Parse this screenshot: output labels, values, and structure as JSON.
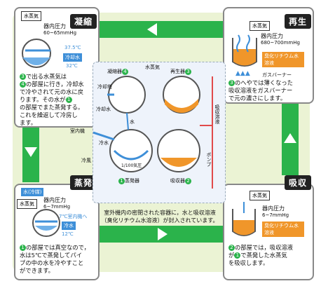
{
  "stages": {
    "condense": {
      "title": "凝縮",
      "vapor_label": "水蒸気",
      "pressure": "器内圧力",
      "pressure_range": "60~65mmHg",
      "cool_temp_in": "37.5℃",
      "cool_label": "冷却水",
      "cool_temp_out": "32℃",
      "desc": [
        "で出る水蒸気は",
        "の部屋に行き，冷却水",
        "で冷やされて元の水に戻",
        "ります。その水が",
        "の部屋でまた蒸発する。",
        "これを繰返して冷房し",
        "ます。"
      ],
      "desc_nums": [
        "3",
        "4",
        "1"
      ]
    },
    "regenerate": {
      "title": "再生",
      "vapor_label": "水蒸気",
      "pressure": "器内圧力",
      "pressure_range": "680~700mmHg",
      "solution_label": "臭化リチウム水溶液",
      "burner_label": "ガスバーナー",
      "desc": [
        "のへやでは薄くなった",
        "吸収溶液をガスバーナー",
        "で元の濃さにします。"
      ],
      "desc_nums": [
        "3"
      ]
    },
    "evaporate": {
      "title": "蒸発",
      "water_label": "水(冷媒)",
      "vapor_label": "水蒸気",
      "pressure": "器内圧力",
      "pressure_range": "6~7mmHg",
      "pipe_label": "7℃室内機へ",
      "water_label2": "冷水",
      "temp": "12℃",
      "desc": [
        "の部屋では真空なので，",
        "水は5℃で蒸発してパイ",
        "プの中の水を冷やすこと",
        "ができます。"
      ],
      "desc_nums": [
        "1"
      ]
    },
    "absorb": {
      "title": "吸収",
      "vapor_label": "水蒸気",
      "pressure": "器内圧力",
      "pressure_range": "6~7mmHg",
      "solution_label": "臭化リチウム水溶液",
      "desc": [
        "の部屋では，吸収溶液",
        "が",
        "で蒸発した水蒸気",
        "を吸収します。"
      ],
      "desc_nums": [
        "2",
        "1"
      ]
    }
  },
  "center": {
    "condenser": "凝縮器",
    "condenser_num": "4",
    "regenerator": "再生器",
    "regenerator_num": "3",
    "vapor": "水蒸気",
    "cooling_tower": "冷却塔",
    "cooling_water": "冷却水",
    "water": "水",
    "absorb_solution": "吸収溶液",
    "cold_water": "冷水",
    "pressure_note": "1/100気圧",
    "pump": "ポンプ",
    "evaporator": "蒸発器",
    "evaporator_num": "1",
    "absorber": "吸収器",
    "absorber_num": "2",
    "indoor_unit": "室内機",
    "cold_air": "冷風"
  },
  "note": {
    "line1": "室外機内の密閉された容器に，水と吸収溶液",
    "line2": "（臭化リチウム水溶液）が封入されています。"
  },
  "colors": {
    "loop_green": "#2bb34b",
    "water_blue": "#3e8fd8",
    "solution_orange": "#f0962a"
  }
}
